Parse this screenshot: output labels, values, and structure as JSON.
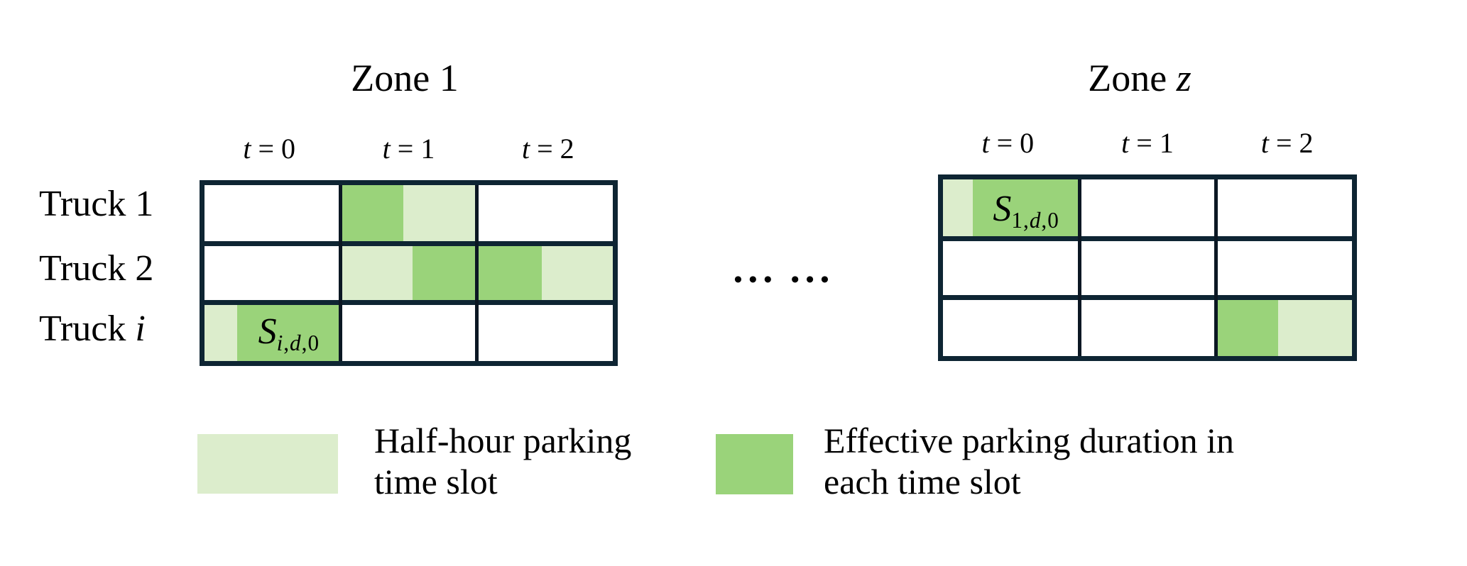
{
  "figure": {
    "zones": [
      {
        "title": {
          "main": "Zone",
          "index": "1",
          "index_italic": false
        },
        "time_headers": {
          "variable": "t",
          "values": [
            "0",
            "1",
            "2"
          ]
        },
        "row_labels": [
          {
            "main": "Truck",
            "index": "1",
            "index_italic": false
          },
          {
            "main": "Truck",
            "index": "2",
            "index_italic": false
          },
          {
            "main": "Truck",
            "index": "i",
            "index_italic": true
          }
        ],
        "rows": 3,
        "cols": 3,
        "filled_cells": [
          {
            "row": 0,
            "col": 1,
            "segments": [
              {
                "kind": "effective",
                "frac": 0.46
              },
              {
                "kind": "slot",
                "frac": 0.54
              }
            ]
          },
          {
            "row": 1,
            "col": 1,
            "segments": [
              {
                "kind": "slot",
                "frac": 0.53
              },
              {
                "kind": "effective",
                "frac": 0.47
              }
            ]
          },
          {
            "row": 1,
            "col": 2,
            "segments": [
              {
                "kind": "effective",
                "frac": 0.48
              },
              {
                "kind": "slot",
                "frac": 0.52
              }
            ]
          },
          {
            "row": 2,
            "col": 0,
            "segments": [
              {
                "kind": "slot",
                "frac": 0.24
              },
              {
                "kind": "effective",
                "frac": 0.76,
                "label": {
                  "base": "S",
                  "base_italic": true,
                  "subscript": "i,d,0"
                }
              }
            ]
          }
        ]
      },
      {
        "title": {
          "main": "Zone",
          "index": "z",
          "index_italic": true
        },
        "time_headers": {
          "variable": "t",
          "values": [
            "0",
            "1",
            "2"
          ]
        },
        "row_labels": [],
        "rows": 3,
        "cols": 3,
        "filled_cells": [
          {
            "row": 0,
            "col": 0,
            "segments": [
              {
                "kind": "slot",
                "frac": 0.22
              },
              {
                "kind": "effective",
                "frac": 0.78,
                "label": {
                  "base": "S",
                  "base_italic": true,
                  "subscript": "1,d,0"
                }
              }
            ]
          },
          {
            "row": 2,
            "col": 2,
            "segments": [
              {
                "kind": "effective",
                "frac": 0.46
              },
              {
                "kind": "slot",
                "frac": 0.54
              }
            ]
          }
        ]
      }
    ],
    "separator_dots": "••• •••",
    "legend": [
      {
        "swatch": "slot",
        "lines": [
          "Half-hour parking",
          "time slot"
        ]
      },
      {
        "swatch": "effective",
        "lines": [
          "Effective parking duration in",
          "each time slot"
        ]
      }
    ],
    "colors": {
      "slot_fill": "#dcedcc",
      "effective_fill": "#9ad37a",
      "grid_border": "#0e2533",
      "column_divider": "#0b1723",
      "text": "#000000"
    }
  }
}
